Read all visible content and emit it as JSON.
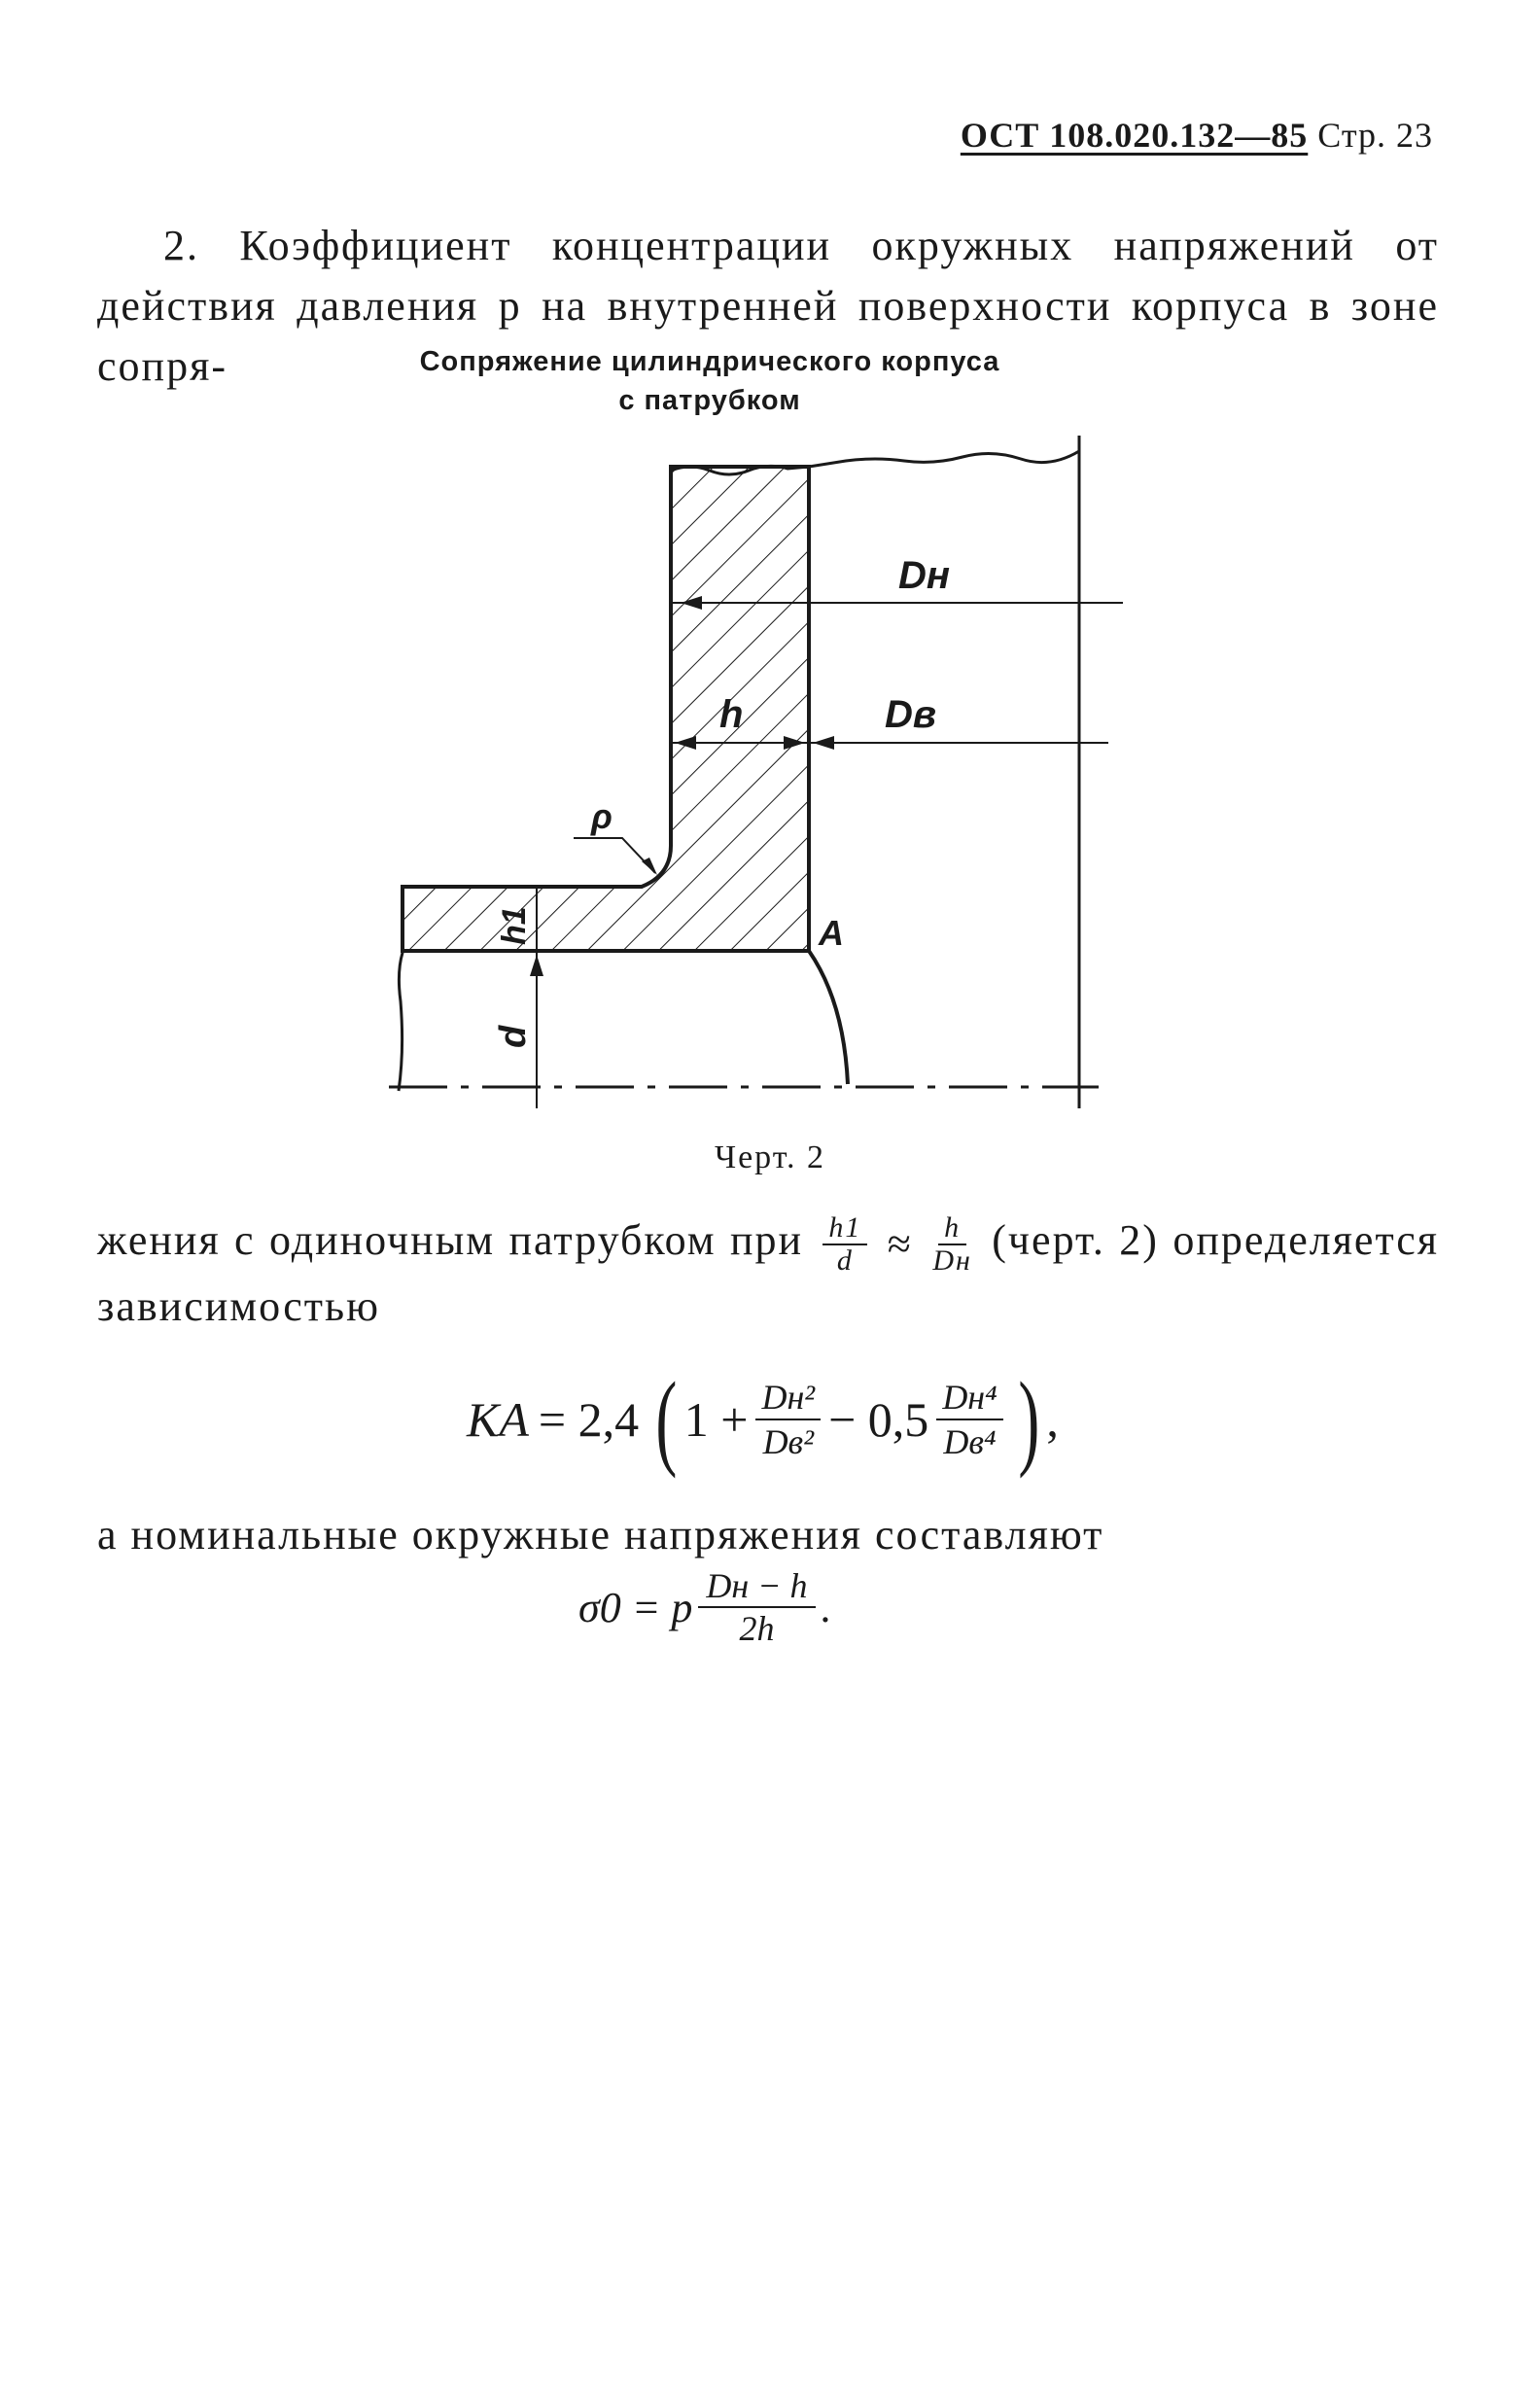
{
  "header": {
    "code": "ОСТ 108.020.132—85",
    "page": "Стр. 23"
  },
  "paragraph1": "2. Коэффициент концентрации окружных напряжений от действия давления p на внутренней поверхности корпуса в зоне сопря-",
  "figure": {
    "title_line1": "Сопряжение цилиндрического корпуса",
    "title_line2": "с патрубком",
    "labels": {
      "Dn": "Dн",
      "Dv": "Dв",
      "h": "h",
      "rho": "ρ",
      "h1": "h1",
      "A": "A",
      "d": "d"
    },
    "caption": "Черт. 2"
  },
  "paragraph2": {
    "part1": "жения с одиночным патрубком при",
    "frac1_num": "h1",
    "frac1_den": "d",
    "approx": "≈",
    "frac2_num": "h",
    "frac2_den": "Dн",
    "part2": "(черт. 2) определяется зависимостью"
  },
  "formula1": {
    "lhs": "KA",
    "equals": "= 2,4",
    "one_plus": "1 +",
    "frac1_num": "Dн²",
    "frac1_den": "Dв²",
    "minus": "− 0,5",
    "frac2_num": "Dн⁴",
    "frac2_den": "Dв⁴",
    "tail": ","
  },
  "paragraph3": "а номинальные окружные напряжения составляют",
  "formula2": {
    "lhs": "σ0 = p",
    "num": "Dн − h",
    "den": "2h",
    "tail": "."
  }
}
